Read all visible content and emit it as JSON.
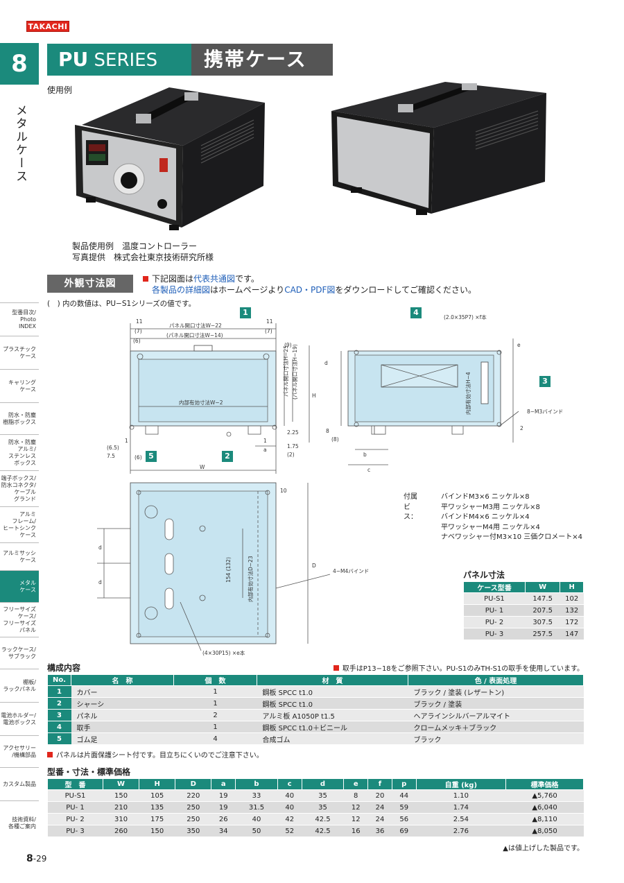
{
  "brand": "TAKACHI",
  "chapter": {
    "number": "8",
    "name": "メタルケース"
  },
  "series": {
    "code": "PU",
    "suffix": "SERIES",
    "title": "携帯ケース"
  },
  "usage": {
    "label": "使用例",
    "caption1": "製品使用例　温度コントローラー",
    "caption2": "写真提供　株式会社東京技術研究所様"
  },
  "section": {
    "heading": "外観寸法図",
    "note1_a": "下記図面は",
    "note1_link": "代表共通図",
    "note1_b": "です。",
    "note2_a": "各製品の詳細図",
    "note2_b": "はホームページより",
    "note2_c": "CAD・PDF図",
    "note2_d": "をダウンロードしてご確認ください。",
    "paren_note": "(　) 内の数値は、PU−S1シリーズの値です。"
  },
  "drawing": {
    "badges": [
      "1",
      "2",
      "3",
      "4",
      "5"
    ],
    "labels": {
      "panel_open_w": "パネル開口寸法W−22",
      "panel_open_w2": "(パネル開口寸法W−14)",
      "inner_w": "内部有効寸法W−2",
      "panel_open_h": "パネル開口寸法H−25",
      "panel_open_h2": "(パネル開口寸法H−19)",
      "inner_h": "内部有効寸法H−4",
      "inner_d": "内部有効寸法D−23",
      "vent": "(2.0×35P7) ×f本",
      "vent2": "(4×30P15) ×e本",
      "bind8": "8−M3バインド",
      "bind4": "4−M4バインド",
      "dim_154": "154 (132)",
      "W": "W",
      "H": "H",
      "D": "D",
      "a": "a",
      "b": "b",
      "c": "c",
      "d": "d",
      "e": "e",
      "n11": "11",
      "n7": "(7)",
      "n6": "(6)",
      "n9": "(9)",
      "n10": "10",
      "n1": "1",
      "n2": "2",
      "n8": "8",
      "n225": "2.25",
      "n175": "1.75",
      "n65": "(6.5)",
      "n75": "7.5",
      "n2p": "(2)",
      "n8p": "(8)"
    }
  },
  "accessories": {
    "label": "付属ビス：",
    "items": [
      "バインドM3×6 ニッケル×8",
      "平ワッシャーM3用 ニッケル×8",
      "バインドM4×6 ニッケル×4",
      "平ワッシャーM4用 ニッケル×4",
      "ナベワッシャー付M3×10 三価クロメート×4"
    ]
  },
  "panel_table": {
    "title": "パネル寸法",
    "headers": [
      "ケース型番",
      "W",
      "H"
    ],
    "rows": [
      [
        "PU-S1",
        "147.5",
        "102"
      ],
      [
        "PU- 1",
        "207.5",
        "132"
      ],
      [
        "PU- 2",
        "307.5",
        "172"
      ],
      [
        "PU- 3",
        "257.5",
        "147"
      ]
    ]
  },
  "composition": {
    "title": "構成内容",
    "note": "取手はP13−18をご参照下さい。PU-S1のみTH-S1の取手を使用しています。",
    "headers": [
      "No.",
      "名　称",
      "個　数",
      "材　質",
      "色 / 表面処理"
    ],
    "rows": [
      [
        "1",
        "カバー",
        "1",
        "鋼板 SPCC t1.0",
        "ブラック / 塗装 (レザートン)"
      ],
      [
        "2",
        "シャーシ",
        "1",
        "鋼板 SPCC t1.0",
        "ブラック / 塗装"
      ],
      [
        "3",
        "パネル",
        "2",
        "アルミ板 A1050P t1.5",
        "ヘアラインシルバーアルマイト"
      ],
      [
        "4",
        "取手",
        "1",
        "鋼板 SPCC t1.0＋ビニール",
        "クロームメッキ＋ブラック"
      ],
      [
        "5",
        "ゴム足",
        "4",
        "合成ゴム",
        "ブラック"
      ]
    ],
    "footnote": "パネルは片面保護シート付です。目立ちにくいのでご注意下さい。"
  },
  "prices": {
    "title": "型番・寸法・標準価格",
    "headers": [
      "型　番",
      "W",
      "H",
      "D",
      "a",
      "b",
      "c",
      "d",
      "e",
      "f",
      "p",
      "自重 (kg)",
      "標準価格"
    ],
    "rows": [
      [
        "PU-S1",
        "150",
        "105",
        "220",
        "19",
        "33",
        "40",
        "35",
        "8",
        "20",
        "44",
        "1.10",
        "▲5,760"
      ],
      [
        "PU- 1",
        "210",
        "135",
        "250",
        "19",
        "31.5",
        "40",
        "35",
        "12",
        "24",
        "59",
        "1.74",
        "▲6,040"
      ],
      [
        "PU- 2",
        "310",
        "175",
        "250",
        "26",
        "40",
        "42",
        "42.5",
        "12",
        "24",
        "56",
        "2.54",
        "▲8,110"
      ],
      [
        "PU- 3",
        "260",
        "150",
        "350",
        "34",
        "50",
        "52",
        "42.5",
        "16",
        "36",
        "69",
        "2.76",
        "▲8,050"
      ]
    ],
    "footnote": "▲は値上げした製品です。"
  },
  "side_nav": [
    "型番目次/\nPhoto\nINDEX",
    "プラスチック\nケース",
    "キャリング\nケース",
    "防水・防塵\n樹脂ボックス",
    "防水・防塵\nアルミ/\nステンレス\nボックス",
    "端子ボックス/\n防水コネクタ/\nケーブル\nグランド",
    "アルミ\nフレーム/\nヒートシンク\nケース",
    "アルミサッシ\nケース",
    "メタル\nケース",
    "フリーサイズ\nケース/\nフリーサイズ\nパネル",
    "ラックケース/\nサブラック",
    "棚板/\nラックパネル",
    "電池ホルダー/\n電池ボックス",
    "アクセサリー\n/機構部品",
    "カスタム製品",
    "技術資料/\n各種ご案内"
  ],
  "page": {
    "chapter": "8",
    "number": "-29"
  }
}
